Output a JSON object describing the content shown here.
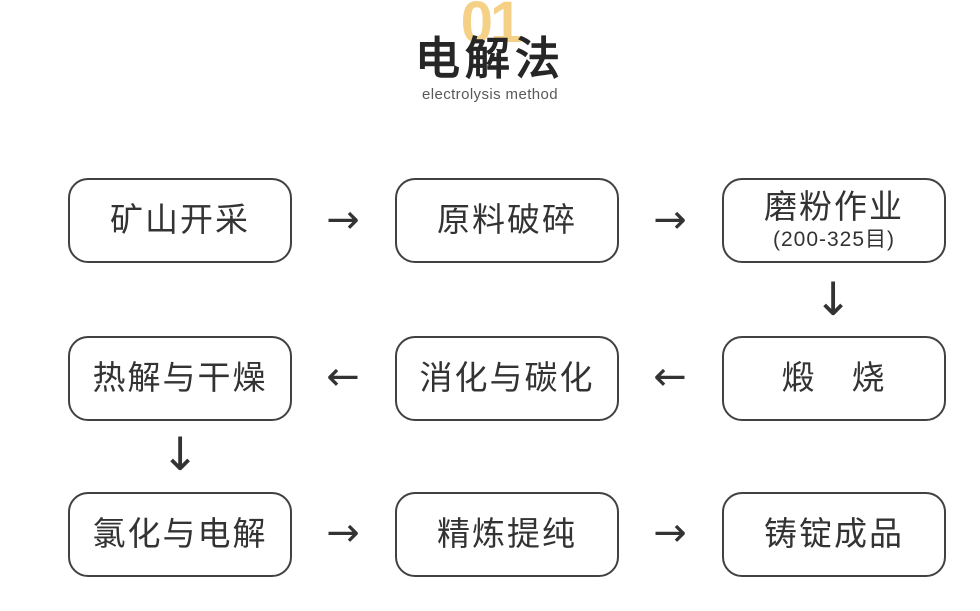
{
  "header": {
    "number": "01",
    "title": "电解法",
    "subtitle": "electrolysis method"
  },
  "colors": {
    "accent_yellow": "#F4D186",
    "title_dark": "#262626",
    "subtitle_gray": "#58585B",
    "box_border": "#414141",
    "box_text": "#333333",
    "arrow": "#333333",
    "background": "#FFFFFF"
  },
  "icons": {
    "right_arrow": "→",
    "left_arrow": "←",
    "down_arrow": "↓"
  },
  "flow": {
    "steps": [
      {
        "label": "矿山开采"
      },
      {
        "label": "原料破碎"
      },
      {
        "label": "磨粉作业",
        "sublabel": "(200-325目)"
      },
      {
        "label": "热解与干燥"
      },
      {
        "label": "消化与碳化"
      },
      {
        "label": "煅　烧"
      },
      {
        "label": "氯化与电解"
      },
      {
        "label": "精炼提纯"
      },
      {
        "label": "铸锭成品"
      }
    ]
  }
}
